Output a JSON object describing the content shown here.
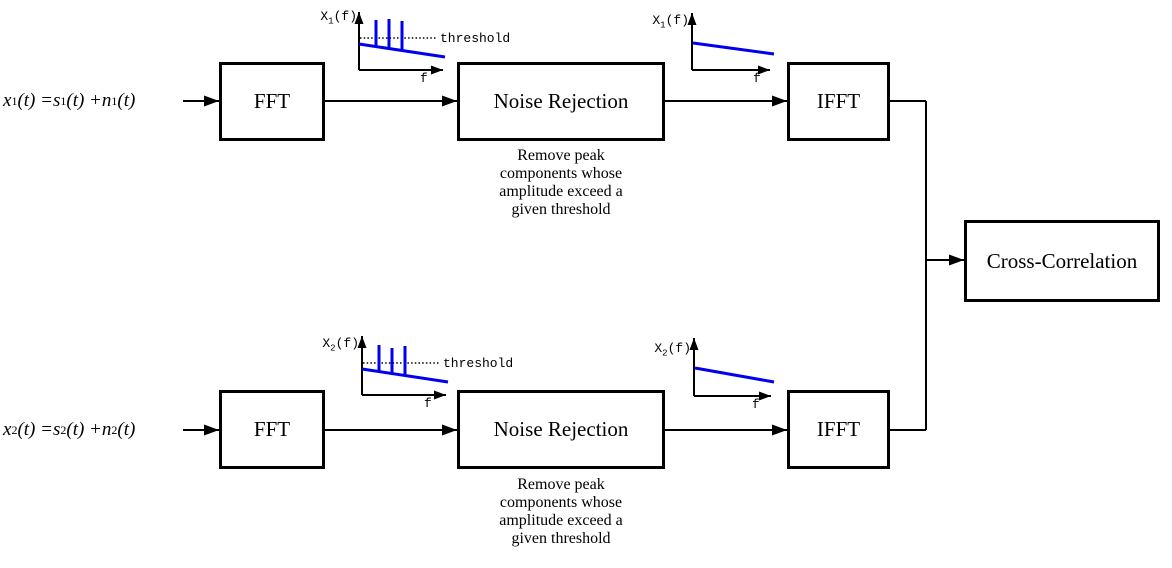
{
  "colors": {
    "wire": "#000000",
    "signal": "#0000EE",
    "background": "#FFFFFF"
  },
  "chains": [
    {
      "input_formula": "x_1(t) = s_1(t) + n_1(t)",
      "fft_label": "FFT",
      "noise_rejection_label": "Noise Rejection",
      "ifft_label": "IFFT",
      "caption": [
        "Remove peak",
        "components whose",
        "amplitude exceed a",
        "given threshold"
      ],
      "plot_noisy": {
        "ylabel": "X_1(f)",
        "xlabel": "f",
        "threshold_label": "threshold"
      },
      "plot_clean": {
        "ylabel": "X_1(f)",
        "xlabel": "f"
      }
    },
    {
      "input_formula": "x_2(t) = s_2(t) + n_2(t)",
      "fft_label": "FFT",
      "noise_rejection_label": "Noise Rejection",
      "ifft_label": "IFFT",
      "caption": [
        "Remove peak",
        "components whose",
        "amplitude exceed a",
        "given threshold"
      ],
      "plot_noisy": {
        "ylabel": "X_2(f)",
        "xlabel": "f",
        "threshold_label": "threshold"
      },
      "plot_clean": {
        "ylabel": "X_2(f)",
        "xlabel": "f"
      }
    }
  ],
  "output": {
    "label": "Cross-Correlation"
  }
}
